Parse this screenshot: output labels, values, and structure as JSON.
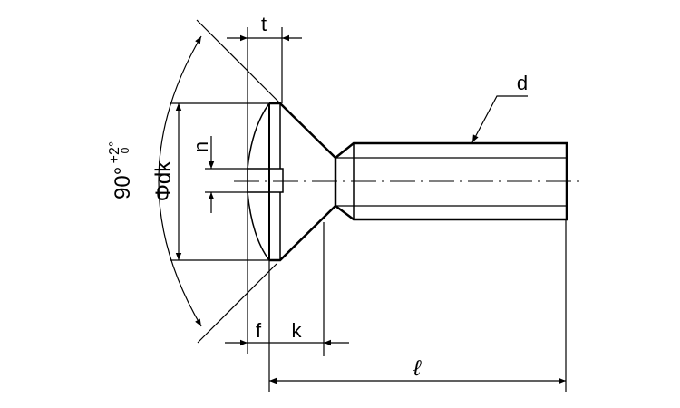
{
  "labels": {
    "t": "t",
    "d": "d",
    "dk": "Φdk",
    "n": "n",
    "f": "f",
    "k": "k",
    "l": "ℓ",
    "angle": "90°",
    "tol_upper": "+2°",
    "tol_lower": "0"
  },
  "colors": {
    "line": "#000000",
    "background": "#ffffff"
  }
}
